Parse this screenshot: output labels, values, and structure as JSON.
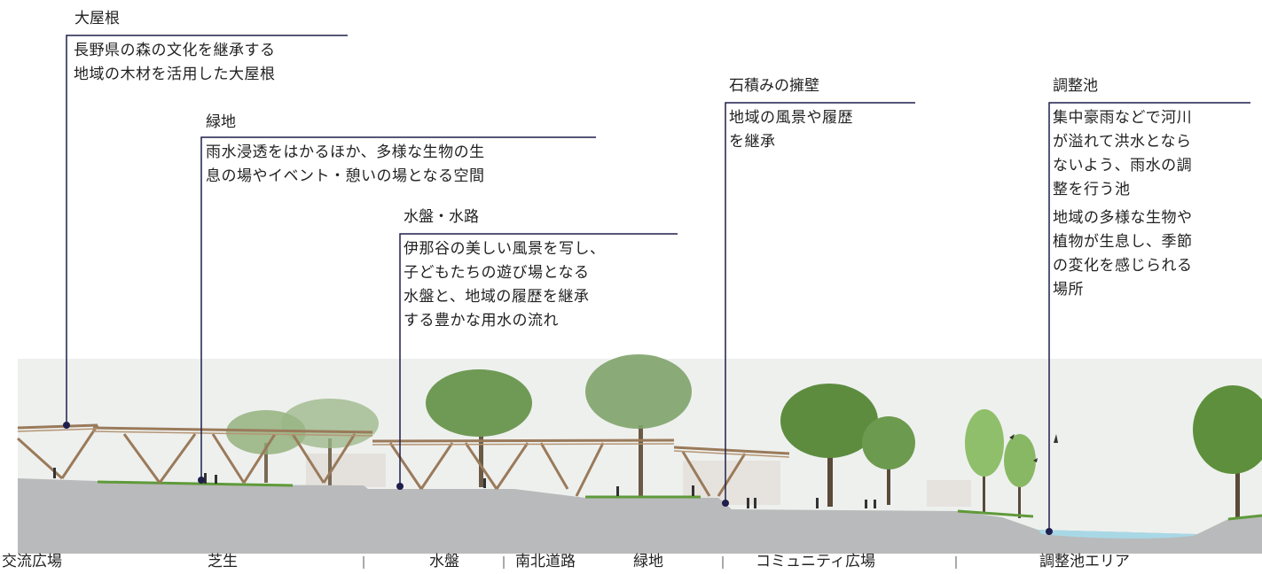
{
  "annotations": [
    {
      "title": "大屋根",
      "lines": [
        "長野県の森の文化を継承する",
        "地域の木材を活用した大屋根"
      ]
    },
    {
      "title": "緑地",
      "lines": [
        "雨水浸透をはかるほか、多様な生物の生",
        "息の場やイベント・憩いの場となる空間"
      ]
    },
    {
      "title": "水盤・水路",
      "lines": [
        "伊那谷の美しい風景を写し、",
        "子どもたちの遊び場となる",
        "水盤と、地域の履歴を継承",
        "する豊かな用水の流れ"
      ]
    },
    {
      "title": "石積みの擁壁",
      "lines": [
        "地域の風景や履歴",
        "を継承"
      ]
    },
    {
      "title": "調整池",
      "lines": [
        "集中豪雨などで河川",
        "が溢れて洪水となら",
        "ないよう、雨水の調",
        "整を行う池",
        "地域の多様な生物や",
        "植物が生息し、季節",
        "の変化を感じられる",
        "場所"
      ]
    }
  ],
  "zones": [
    "交流広場",
    "芝生",
    "水盤",
    "南北道路",
    "緑地",
    "コミュニティ広場",
    "調整池エリア"
  ],
  "colors": {
    "leader_line": "#1f1f4d",
    "sky": "#eef0ee",
    "ground": "#b9babb",
    "roof_wood": "#9a7a5a",
    "tree_green": "#6f9a55",
    "grass": "#5f9a3a",
    "water": "#a8d8e6",
    "building": "#e4e1dc"
  },
  "icons": [
    "leader-dot-icon",
    "bird-icon"
  ]
}
